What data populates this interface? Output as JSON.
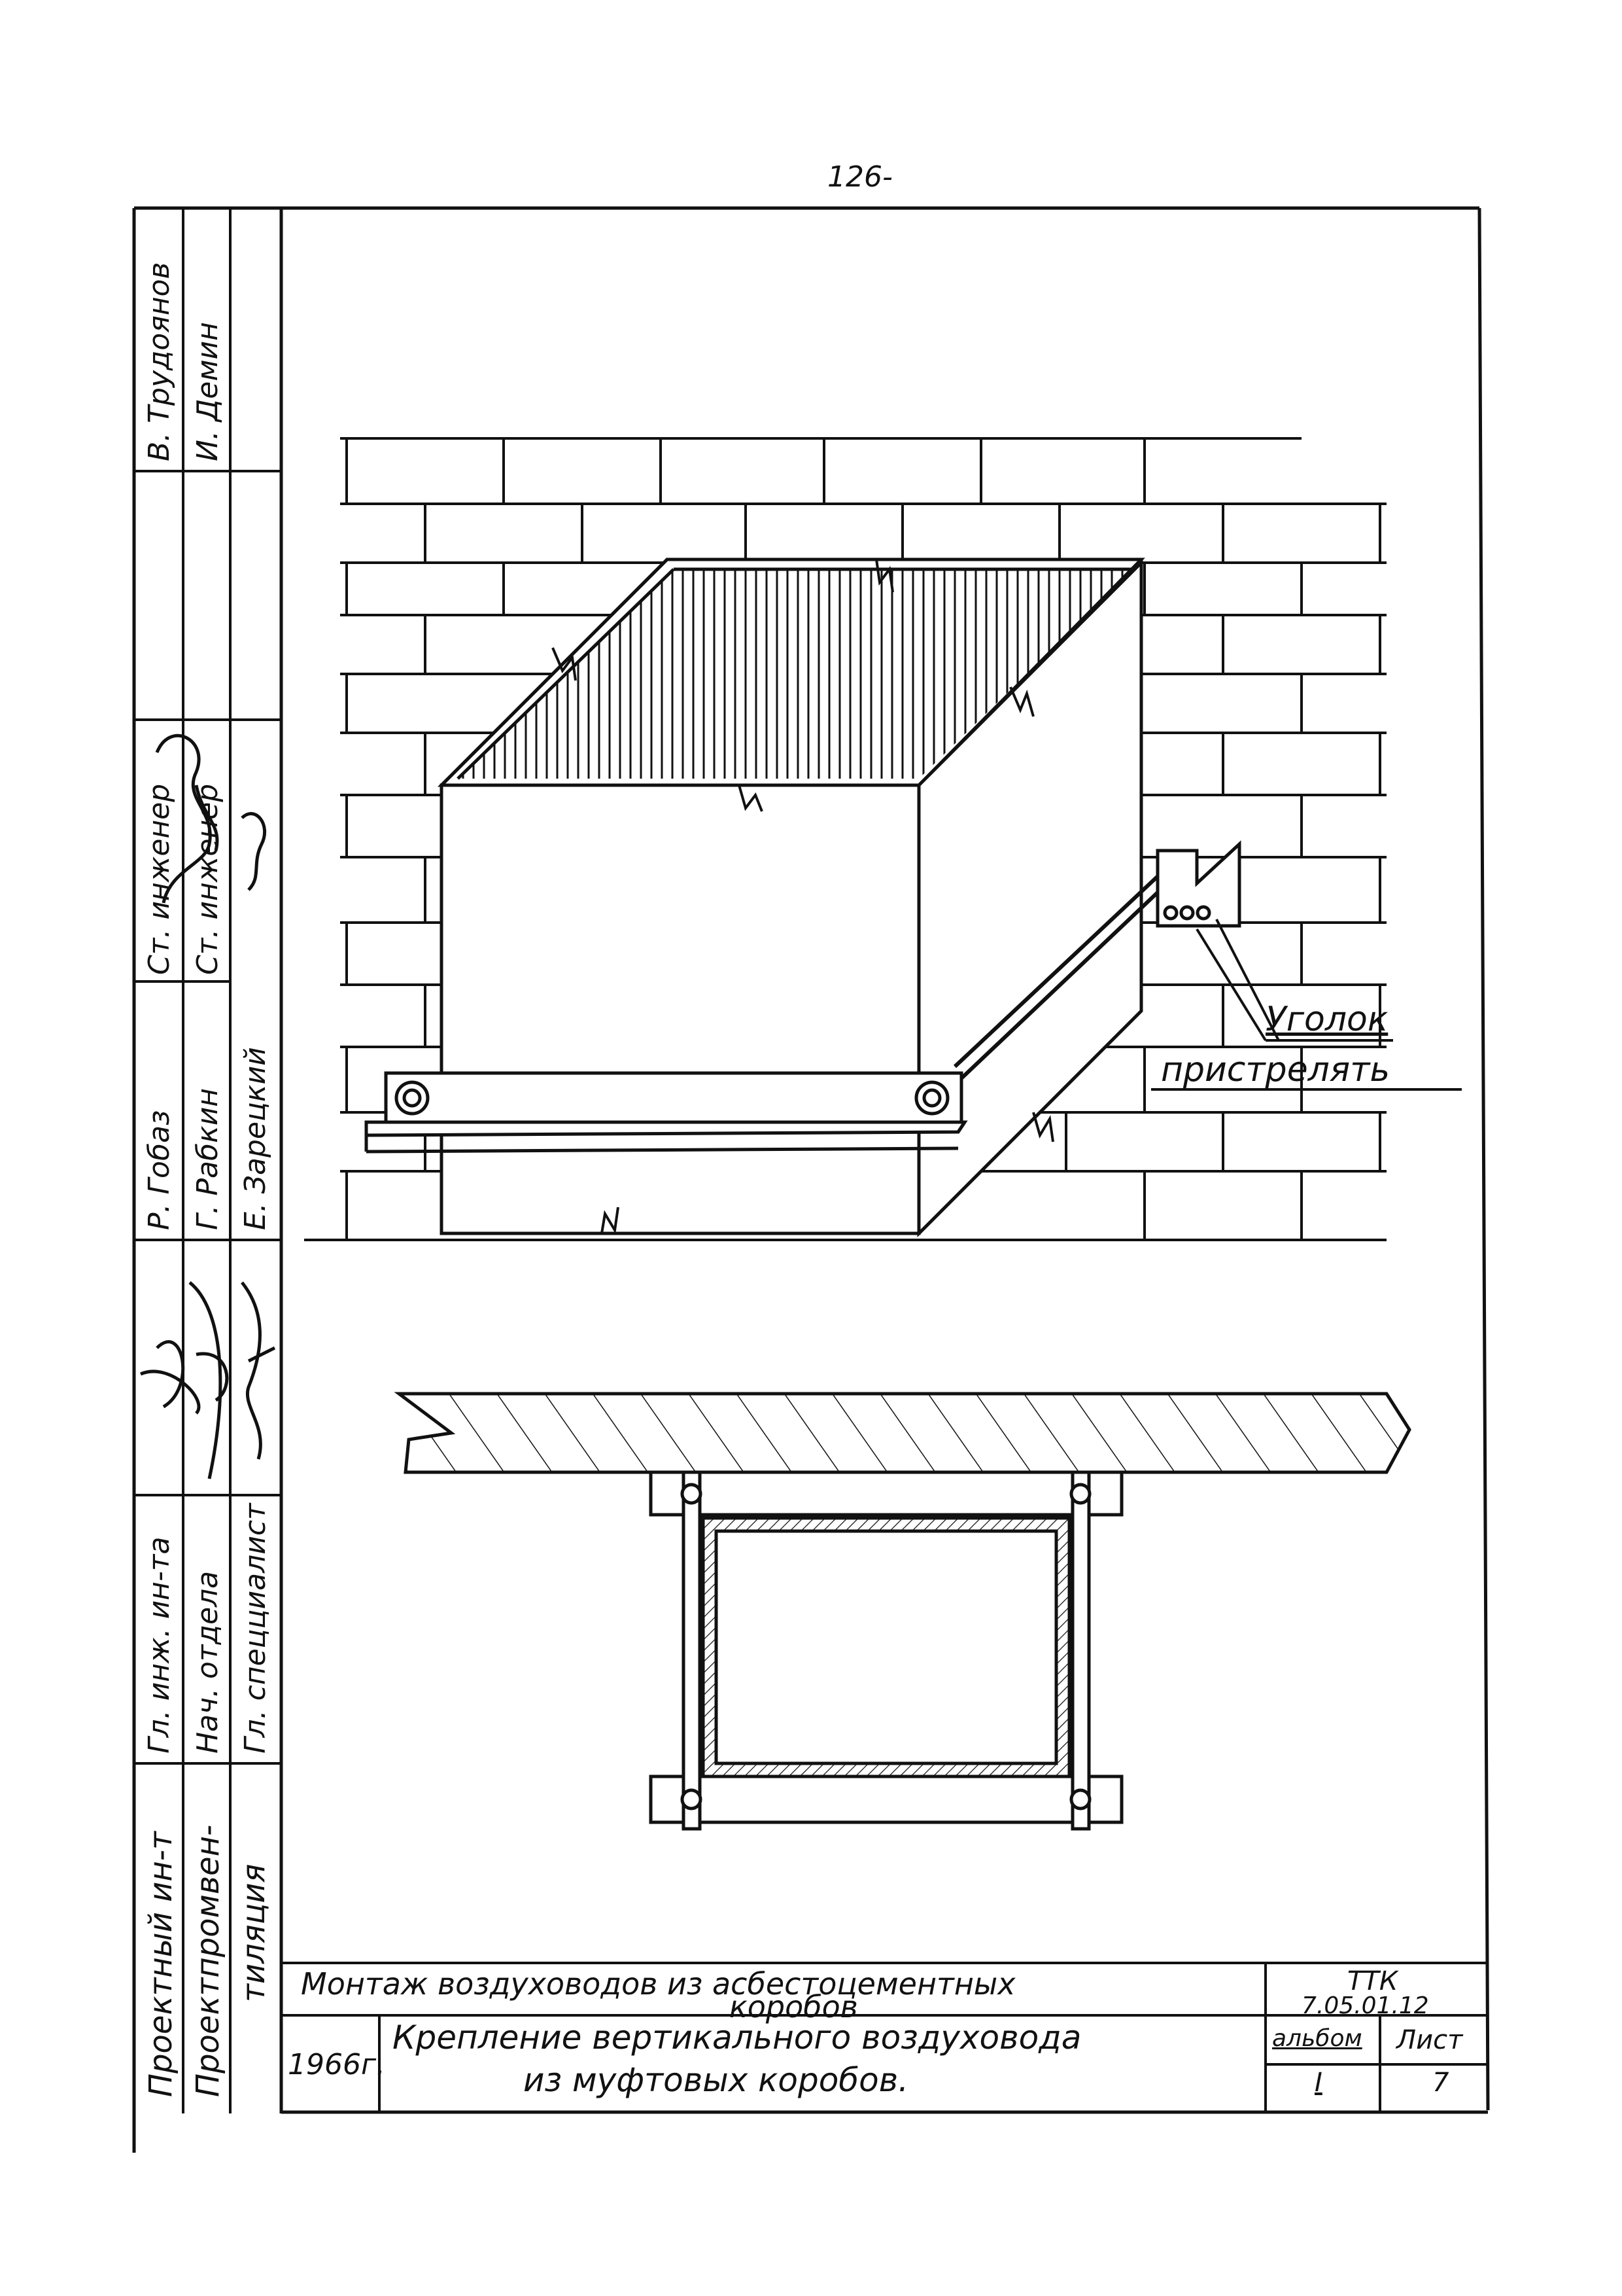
{
  "page_number": "126-",
  "side_stamp": {
    "organization_line1": "Проектный ин-т",
    "organization_line2": "Проектпромвен-",
    "organization_line3": "тиляция",
    "roles": [
      {
        "title": "Гл. спецциалист",
        "name": ""
      },
      {
        "title": "Нач. отдела",
        "name": ""
      },
      {
        "title": "Гл. инж. ин-та",
        "name": ""
      },
      {
        "title": "Р. Гобаз",
        "name": ""
      },
      {
        "title": "Г. Рабкин",
        "name": ""
      },
      {
        "title": "Е. Зарецкий",
        "name": ""
      },
      {
        "title": "Ст. инженер",
        "name": ""
      },
      {
        "title": "Ст. инженер",
        "name": ""
      },
      {
        "title": "В. Трудоянов",
        "name": ""
      },
      {
        "title": "И. Демин",
        "name": ""
      }
    ]
  },
  "drawing": {
    "callout_line1": "Уголок",
    "callout_line2": "пристрелять"
  },
  "title_block": {
    "subject_line1": "Монтаж воздуховодов из асбестоцементных",
    "subject_line2": "коробов",
    "code_line1": "ТТК",
    "code_line2": "7.05.01.12",
    "year": "1966г.",
    "sheet_title_line1": "Крепление вертикального воздуховода",
    "sheet_title_line2": "из муфтовых коробов.",
    "album_label": "альбом",
    "album_value": "I",
    "sheet_label": "Лист",
    "sheet_value": "7"
  }
}
